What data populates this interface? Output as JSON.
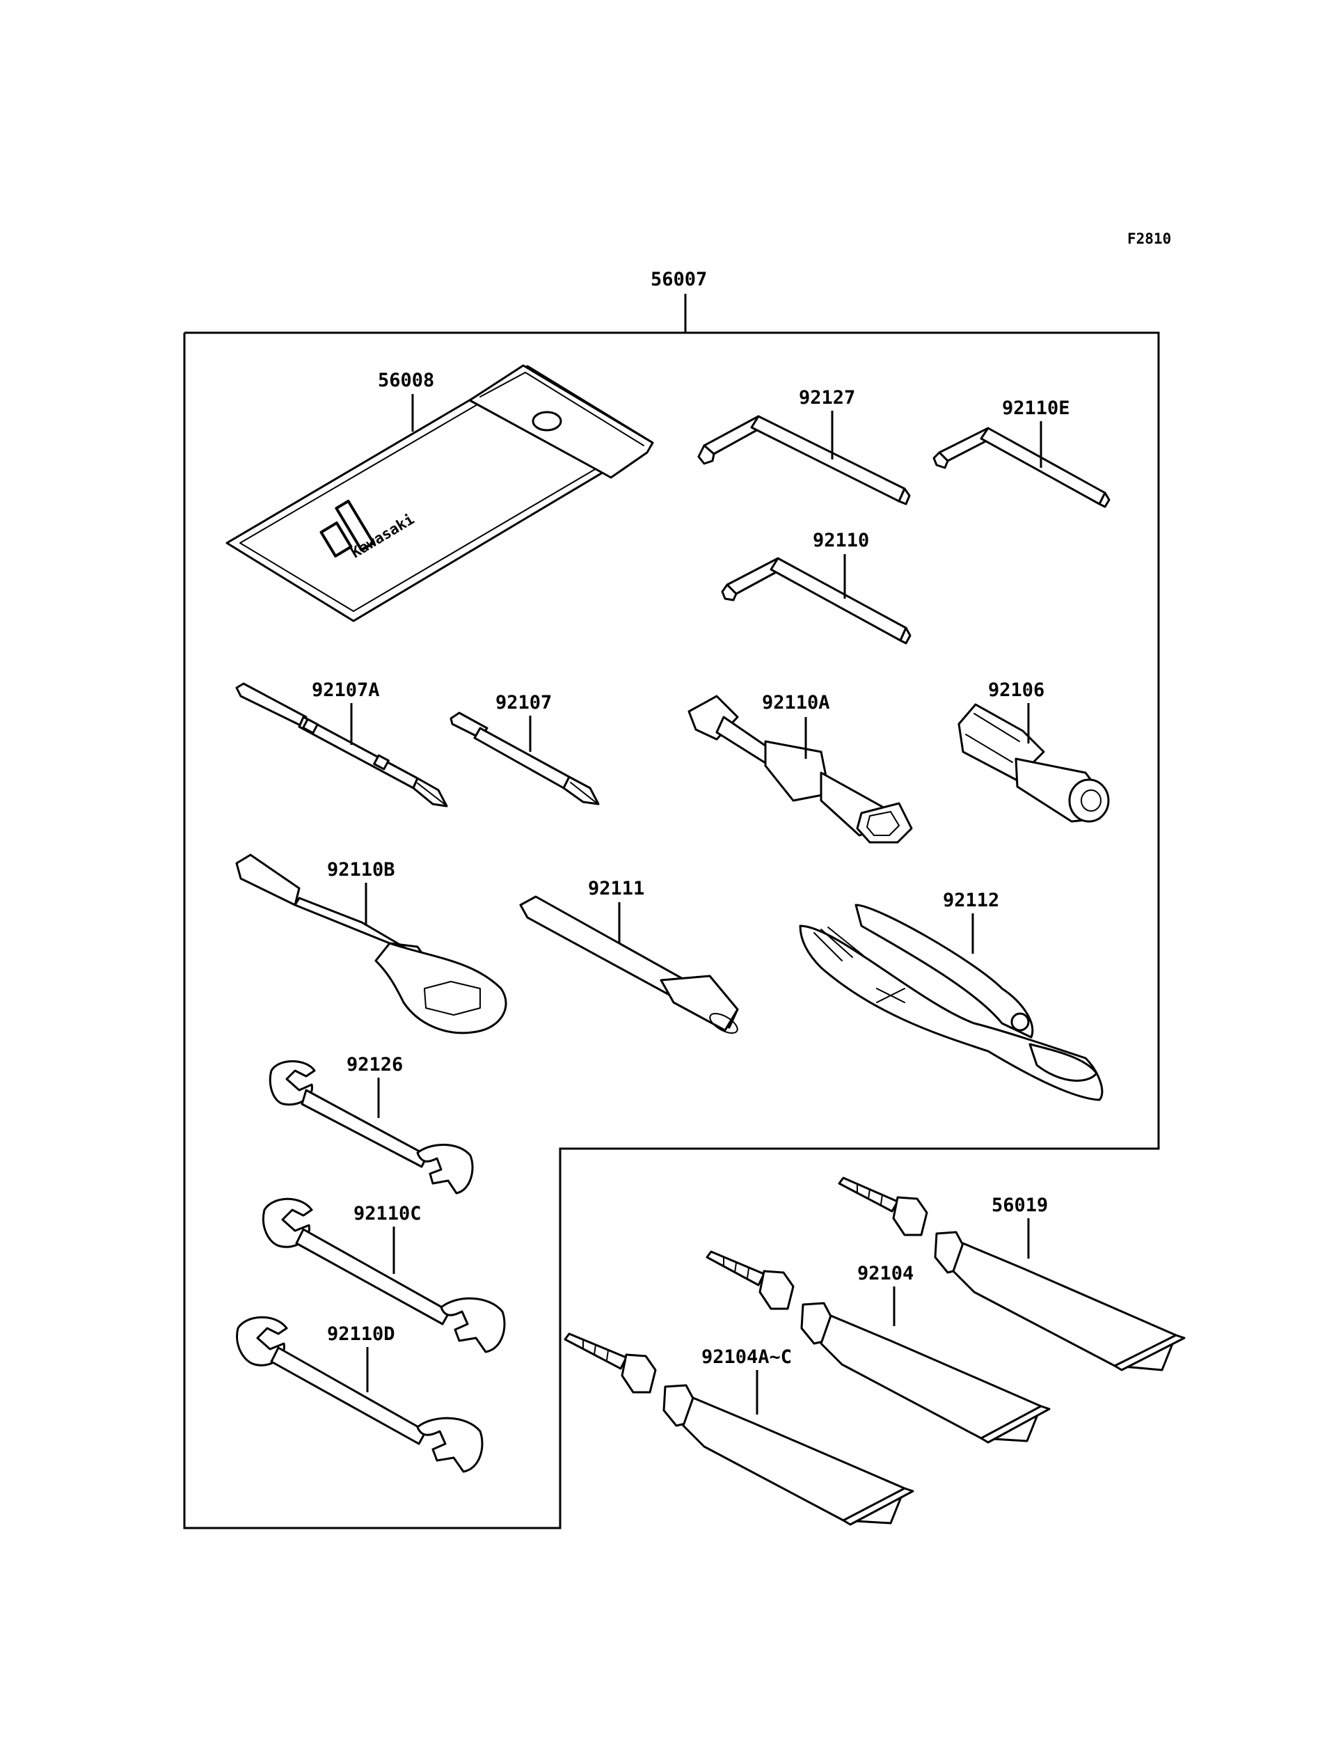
{
  "figure_code": "F2810",
  "kit_part_number": "56007",
  "parts": [
    {
      "number": "56008",
      "kind": "tool-bag"
    },
    {
      "number": "92127",
      "kind": "hex-key"
    },
    {
      "number": "92110E",
      "kind": "hex-key"
    },
    {
      "number": "92110",
      "kind": "hex-key"
    },
    {
      "number": "92107A",
      "kind": "screwdriver-bit"
    },
    {
      "number": "92107",
      "kind": "screwdriver-bit"
    },
    {
      "number": "92110A",
      "kind": "socket-wrench"
    },
    {
      "number": "92106",
      "kind": "socket"
    },
    {
      "number": "92110B",
      "kind": "box-wrench"
    },
    {
      "number": "92111",
      "kind": "extension-bar"
    },
    {
      "number": "92112",
      "kind": "pliers"
    },
    {
      "number": "92126",
      "kind": "open-end-wrench"
    },
    {
      "number": "92110C",
      "kind": "open-end-wrench"
    },
    {
      "number": "92110D",
      "kind": "open-end-wrench"
    },
    {
      "number": "56019",
      "kind": "grease-tube"
    },
    {
      "number": "92104",
      "kind": "grease-tube"
    },
    {
      "number": "92104A~C",
      "kind": "grease-tube"
    }
  ],
  "bag_logo_text": "Kawasaki"
}
